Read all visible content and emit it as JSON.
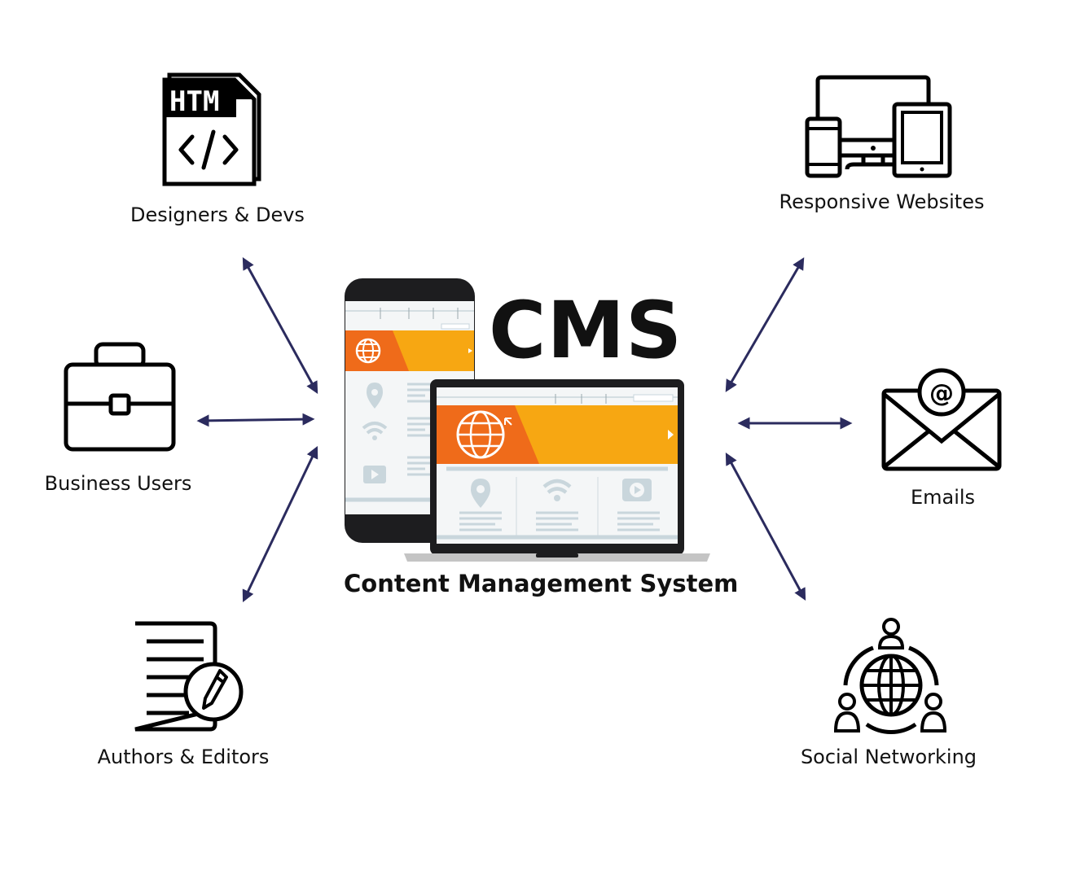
{
  "center": {
    "title": "CMS",
    "subtitle": "Content Management System"
  },
  "nodes": {
    "designers": {
      "label": "Designers & Devs",
      "icon": "html-file-icon",
      "icon_text": "HTM"
    },
    "business": {
      "label": "Business Users",
      "icon": "briefcase-icon"
    },
    "authors": {
      "label": "Authors & Editors",
      "icon": "document-pen-icon"
    },
    "responsive": {
      "label": "Responsive Websites",
      "icon": "devices-icon"
    },
    "emails": {
      "label": "Emails",
      "icon": "envelope-at-icon"
    },
    "social": {
      "label": "Social Networking",
      "icon": "globe-people-icon"
    }
  },
  "colors": {
    "arrow": "#2b2b5e",
    "orange": "#f7a712",
    "orange_dark": "#ef6b1a",
    "device": "#1d1d1f",
    "screen_ui": "#c9d6dc"
  }
}
